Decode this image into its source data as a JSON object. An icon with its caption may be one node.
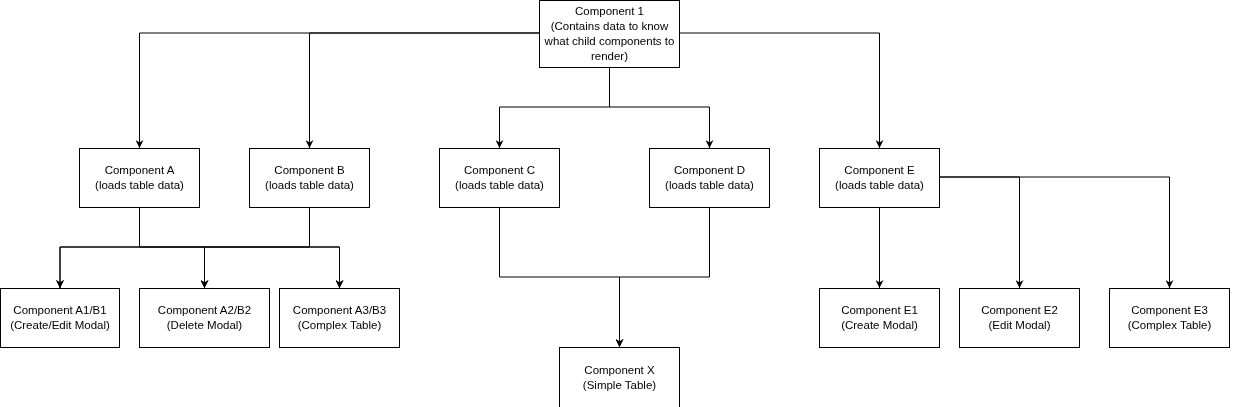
{
  "diagram": {
    "nodes": [
      {
        "text": [
          "Component 1",
          "(Contains data to know what child components to render)"
        ]
      },
      {
        "text": [
          "Component A",
          "(loads table data)"
        ]
      },
      {
        "text": [
          "Component B",
          "(loads table data)"
        ]
      },
      {
        "text": [
          "Component C",
          "(loads table data)"
        ]
      },
      {
        "text": [
          "Component D",
          "(loads table data)"
        ]
      },
      {
        "text": [
          "Component E",
          "(loads table data)"
        ]
      },
      {
        "text": [
          "Component A1/B1",
          "(Create/Edit Modal)"
        ]
      },
      {
        "text": [
          "Component A2/B2",
          "(Delete Modal)"
        ]
      },
      {
        "text": [
          "Component A3/B3",
          "(Complex Table)"
        ]
      },
      {
        "text": [
          "Component X",
          "(Simple Table)"
        ]
      },
      {
        "text": [
          "Component E1",
          "(Create Modal)"
        ]
      },
      {
        "text": [
          "Component E2",
          "(Edit Modal)"
        ]
      },
      {
        "text": [
          "Component E3",
          "(Complex Table)"
        ]
      }
    ],
    "edges": [
      {
        "from": 0,
        "to": 1,
        "arrow": "to"
      },
      {
        "from": 0,
        "to": 2,
        "arrow": "to"
      },
      {
        "from": 0,
        "to": 3,
        "arrow": "to"
      },
      {
        "from": 0,
        "to": 4,
        "arrow": "to"
      },
      {
        "from": 0,
        "to": 5,
        "arrow": "to"
      },
      {
        "from": 1,
        "to": 6,
        "arrow": "to"
      },
      {
        "from": 1,
        "to": 7,
        "arrow": "to"
      },
      {
        "from": 1,
        "to": 8,
        "arrow": "to"
      },
      {
        "from": 2,
        "to": 6,
        "arrow": "to"
      },
      {
        "from": 2,
        "to": 7,
        "arrow": "to"
      },
      {
        "from": 2,
        "to": 8,
        "arrow": "to"
      },
      {
        "from": 3,
        "to": 9,
        "arrow": "to"
      },
      {
        "from": 4,
        "to": 9,
        "arrow": "to"
      },
      {
        "from": 5,
        "to": 10,
        "arrow": "to"
      },
      {
        "from": 5,
        "to": 11,
        "arrow": "to"
      },
      {
        "from": 5,
        "to": 12,
        "arrow": "to"
      }
    ]
  }
}
